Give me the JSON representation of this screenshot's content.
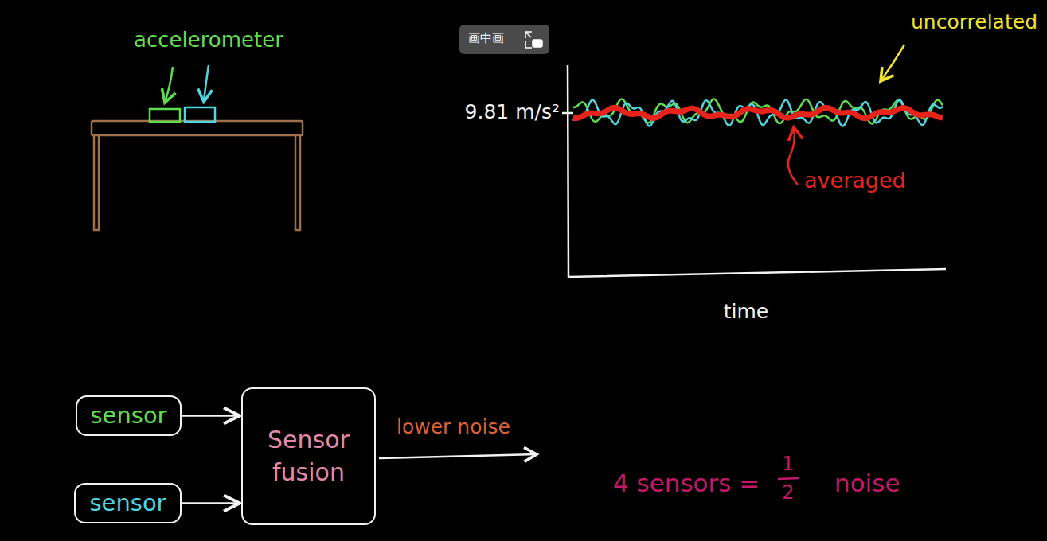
{
  "diagram": {
    "nodes": [
      {
        "text": [
          "sensor"
        ]
      },
      {
        "text": [
          "sensor"
        ]
      },
      {
        "text": [
          "Sensor fusion"
        ]
      }
    ],
    "edges": [
      {
        "from": 0,
        "to": 2,
        "arrow": "to"
      },
      {
        "from": 1,
        "to": 2,
        "arrow": "to"
      }
    ],
    "labels": [
      "画中画",
      "accelerometer",
      "9.81 m/s²",
      "uncorrelated",
      "averaged",
      "time",
      "lower noise",
      "4 sensors =",
      "1",
      "2",
      "noise"
    ]
  }
}
